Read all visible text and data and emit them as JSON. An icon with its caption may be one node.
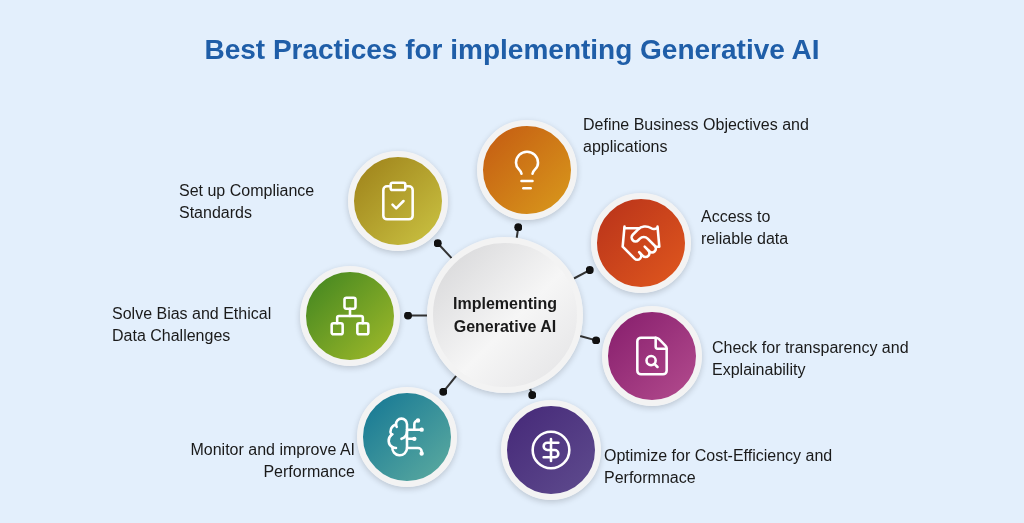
{
  "diagram": {
    "title": "Best Practices for implementing Generative AI",
    "nodes": [
      {
        "text": [
          "Implementing Generative AI"
        ]
      },
      {
        "text": [],
        "shape": "circle",
        "beside": [
          "Define Business Objectives and applications"
        ]
      },
      {
        "text": [],
        "shape": "circle",
        "beside": [
          "Access to reliable data"
        ]
      },
      {
        "text": [],
        "shape": "circle",
        "beside": [
          "Check for transparency and Explainability"
        ]
      },
      {
        "text": [],
        "shape": "circle",
        "beside": [
          "Optimize for Cost-Efficiency and Performnace"
        ]
      },
      {
        "text": [],
        "shape": "circle",
        "beside": [
          "Monitor and improve AI Performance"
        ]
      },
      {
        "text": [],
        "shape": "circle",
        "beside": [
          "Solve Bias and Ethical Data Challenges"
        ]
      },
      {
        "text": [],
        "shape": "circle",
        "beside": [
          "Set up Compliance Standards"
        ]
      }
    ],
    "edges": [
      {
        "from": 0,
        "to": 1,
        "arrow": "other"
      },
      {
        "from": 0,
        "to": 2,
        "arrow": "other"
      },
      {
        "from": 0,
        "to": 3,
        "arrow": "other"
      },
      {
        "from": 0,
        "to": 4,
        "arrow": "other"
      },
      {
        "from": 0,
        "to": 5,
        "arrow": "other"
      },
      {
        "from": 0,
        "to": 6,
        "arrow": "other"
      },
      {
        "from": 0,
        "to": 7,
        "arrow": "other"
      }
    ]
  }
}
